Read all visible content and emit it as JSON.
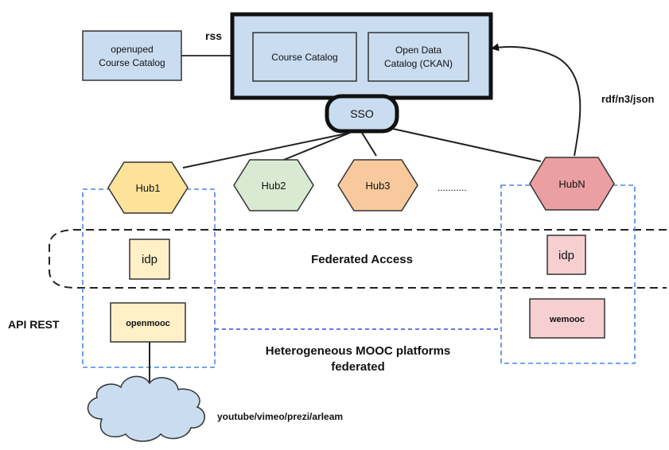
{
  "colors": {
    "catalog_fill": "#c9dcf0",
    "hub1_fill": "#fde39a",
    "hub2_fill": "#d9ead3",
    "hub3_fill": "#f8c99c",
    "hubn_fill": "#ec9fa3",
    "idp_left_fill": "#fff0c8",
    "idp_right_fill": "#f6cfd0",
    "platform_left_fill": "#fff0c8",
    "platform_right_fill": "#f6cfd0",
    "hub_dashed": "#4a86e8"
  },
  "nodes": {
    "openuped_line1": "openuped",
    "openuped_line2": "Course Catalog",
    "rss_label": "rss",
    "course_catalog": "Course Catalog",
    "open_data_line1": "Open Data",
    "open_data_line2": "Catalog (CKAN)",
    "sso": "SSO",
    "rdf_label": "rdf/n3/json",
    "hub1": "Hub1",
    "hub2": "Hub2",
    "hub3": "Hub3",
    "hubn": "HubN",
    "ellipsis": "...........",
    "idp_left": "idp",
    "idp_right": "idp",
    "federated_access": "Federated Access",
    "api_rest": "API REST",
    "openmooc": "openmooc",
    "wemooc": "wemooc",
    "hetero_line1": "Heterogeneous MOOC platforms",
    "hetero_line2": "federated",
    "cloud_label": "youtube/vimeo/prezi/arleam"
  }
}
